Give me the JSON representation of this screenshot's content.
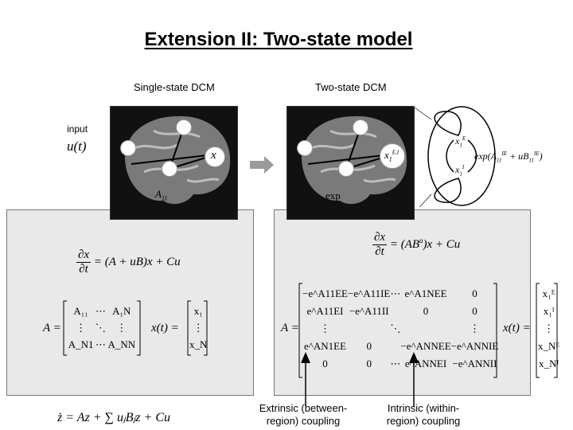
{
  "slide": {
    "title": "Extension II: Two-state model",
    "single_label": "Single-state DCM",
    "two_label": "Two-state DCM",
    "input_label": "input",
    "input_symbol": "u(t)"
  },
  "single_brain": {
    "node_x": "x",
    "conn_label": "A",
    "conn_sub": "11"
  },
  "two_brain": {
    "node_label": "x",
    "node_sub": "1",
    "node_sup": "E,I",
    "exp_label": "exp"
  },
  "inset": {
    "node_e": "x",
    "node_e_sub": "1",
    "node_e_sup": "E",
    "node_i": "x",
    "node_i_sub": "1",
    "node_i_sup": "I",
    "exp_text": "exp(A",
    "exp_sub1": "11",
    "exp_sup1": "IE",
    "exp_mid": " + uB",
    "exp_sub2": "11",
    "exp_sup2": "IE",
    "exp_close": ")"
  },
  "left_panel": {
    "state_eq": {
      "num": "∂x",
      "den": "∂t",
      "rhs": "= (A + uB)x + Cu"
    },
    "A_label": "A =",
    "A_matrix": [
      [
        "A₁₁",
        "⋯",
        "A₁N"
      ],
      [
        "⋮",
        "⋱",
        "⋮"
      ],
      [
        "A_N1",
        "⋯",
        "A_NN"
      ]
    ],
    "x_label": "x(t) =",
    "x_vector": [
      "x₁",
      "⋮",
      "x_N"
    ],
    "bottom_eq": "ż = Az + ∑ uⱼBⱼz + Cu"
  },
  "right_panel": {
    "state_eq": {
      "num": "∂x",
      "den": "∂t",
      "rhs": "= (AB",
      "sup": "u",
      "rhs2": ")x + Cu"
    },
    "A_label": "A =",
    "A_matrix": [
      [
        "−e^A11EE",
        "−e^A11IE",
        "⋯",
        "e^A1NEE",
        "0"
      ],
      [
        "e^A11EI",
        "−e^A11II",
        "",
        "0",
        "0"
      ],
      [
        "⋮",
        "",
        "⋱",
        "",
        "⋮"
      ],
      [
        "e^AN1EE",
        "0",
        "",
        "−e^ANNEE",
        "−e^ANNIE"
      ],
      [
        "0",
        "0",
        "⋯",
        "e^ANNEI",
        "−e^ANNII"
      ]
    ],
    "x_label": "x(t) =",
    "x_vector": [
      "x₁ᴱ",
      "x₁ᴵ",
      "⋮",
      "x_Nᴱ",
      "x_Nᴵ"
    ]
  },
  "annotations": {
    "extrinsic": "Extrinsic (between-region) coupling",
    "intrinsic": "Intrinsic (within-region) coupling"
  }
}
